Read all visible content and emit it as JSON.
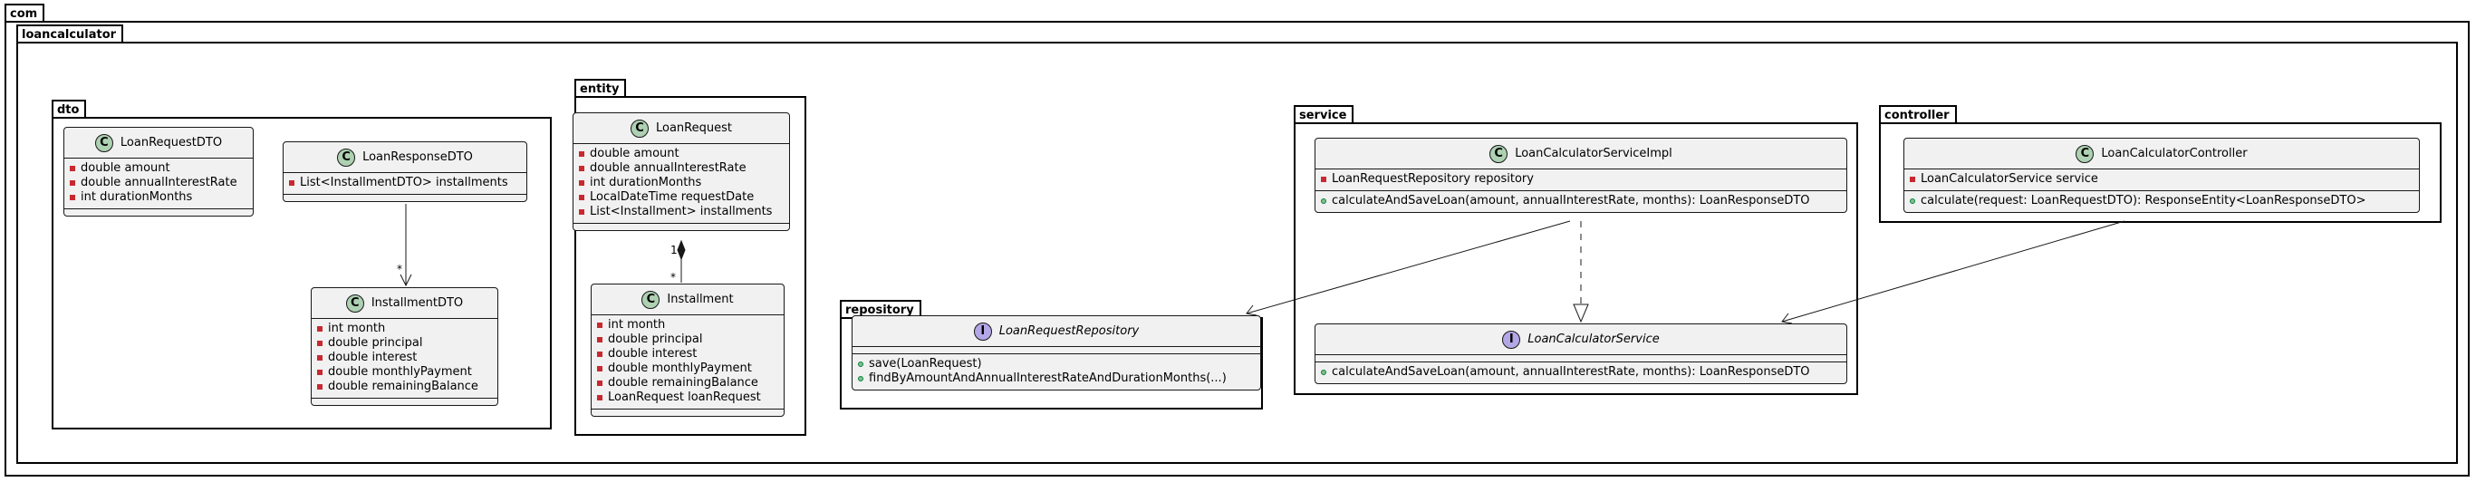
{
  "packages": {
    "com": "com",
    "loancalculator": "loancalculator",
    "dto": "dto",
    "entity": "entity",
    "repository": "repository",
    "service": "service",
    "controller": "controller"
  },
  "classes": {
    "loan_request_dto": {
      "name": "LoanRequestDTO",
      "fields": [
        "double amount",
        "double annualInterestRate",
        "int durationMonths"
      ]
    },
    "loan_response_dto": {
      "name": "LoanResponseDTO",
      "fields": [
        "List<InstallmentDTO> installments"
      ]
    },
    "installment_dto": {
      "name": "InstallmentDTO",
      "fields": [
        "int month",
        "double principal",
        "double interest",
        "double monthlyPayment",
        "double remainingBalance"
      ]
    },
    "loan_request": {
      "name": "LoanRequest",
      "fields": [
        "double amount",
        "double annualInterestRate",
        "int durationMonths",
        "LocalDateTime requestDate",
        "List<Installment> installments"
      ]
    },
    "installment": {
      "name": "Installment",
      "fields": [
        "int month",
        "double principal",
        "double interest",
        "double monthlyPayment",
        "double remainingBalance",
        "LoanRequest loanRequest"
      ]
    },
    "loan_request_repository": {
      "name": "LoanRequestRepository",
      "methods": [
        "save(LoanRequest)",
        "findByAmountAndAnnualInterestRateAndDurationMonths(...)"
      ]
    },
    "loan_calculator_service_impl": {
      "name": "LoanCalculatorServiceImpl",
      "fields": [
        "LoanRequestRepository repository"
      ],
      "methods": [
        "calculateAndSaveLoan(amount, annualInterestRate, months): LoanResponseDTO"
      ]
    },
    "loan_calculator_service": {
      "name": "LoanCalculatorService",
      "methods": [
        "calculateAndSaveLoan(amount, annualInterestRate, months): LoanResponseDTO"
      ]
    },
    "loan_calculator_controller": {
      "name": "LoanCalculatorController",
      "fields": [
        "LoanCalculatorService service"
      ],
      "methods": [
        "calculate(request: LoanRequestDTO): ResponseEntity<LoanResponseDTO>"
      ]
    }
  },
  "badges": {
    "class": "C",
    "interface": "I"
  },
  "multiplicities": {
    "response_installments_target": "*",
    "loanrequest_owner": "1",
    "installment_target": "*"
  },
  "colors": {
    "class_fill": "#f1f1f1",
    "class_badge": "#add1b2",
    "interface_badge": "#b4a7e5",
    "private_marker": "#c82930",
    "public_marker": "#84be84",
    "line": "#181818"
  }
}
